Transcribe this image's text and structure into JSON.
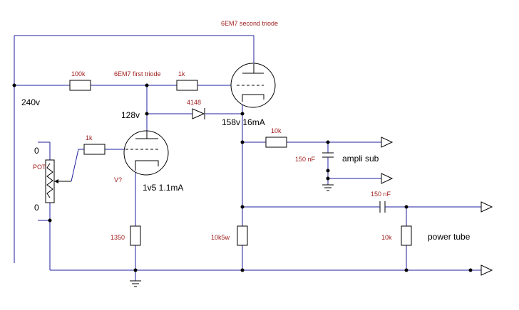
{
  "labels": {
    "tube2_title": "6EM7 second triode",
    "tube1_title": "6EM7 first triode",
    "r_100k": "100k",
    "r_1k_top": "1k",
    "r_1k_grid": "1k",
    "diode": "4148",
    "r_10k_top": "10k",
    "c_150nF_top": "150 nF",
    "c_150nF_mid": "150 nF",
    "r_1350": "1350",
    "r_10k5w": "10k5w",
    "r_10k_right": "10k",
    "v_240": "240v",
    "v_128": "128v",
    "v_158": "158v 16mA",
    "v_1v5": "1v5 1.1mA",
    "pot": "POT",
    "pot_top": "0",
    "pot_bottom": "0",
    "v_q": "V?",
    "ampli_sub": "ampli sub",
    "power_tube": "power tube"
  },
  "colors": {
    "wire": "#1f1fa0",
    "component_label": "#a02020",
    "annotation": "#000000"
  }
}
